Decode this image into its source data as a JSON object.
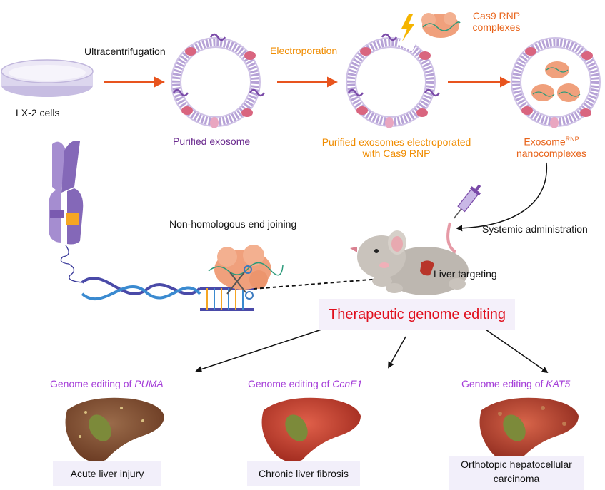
{
  "labels": {
    "lx2": "LX-2 cells",
    "ultracentrifugation": "Ultracentrifugation",
    "purified_exosome": "Purified exosome",
    "electroporation": "Electroporation",
    "cas9_rnp_line1": "Cas9 RNP",
    "cas9_rnp_line2": "complexes",
    "electroporated_line1": "Purified exosomes electroporated",
    "electroporated_line2": "with Cas9 RNP",
    "exosome_word": "Exosome",
    "exosome_sup": "RNP",
    "nanocomplexes": "nanocomplexes",
    "systemic": "Systemic administration",
    "nhej": "Non-homologous end joining",
    "liver_targeting": "Liver targeting",
    "therapeutic": "Therapeutic genome editing",
    "genome_editing_of": "Genome editing of",
    "gene_puma": "PUMA",
    "gene_ccne1": "CcnE1",
    "gene_kat5": "KAT5",
    "outcome_acute": "Acute liver injury",
    "outcome_fibrosis": "Chronic liver fibrosis",
    "outcome_hcc_line1": "Orthotopic hepatocellular",
    "outcome_hcc_line2": "carcinoma"
  },
  "colors": {
    "arrow_orange": "#e8541e",
    "membrane": "#b6a2d6",
    "protein_pink": "#d9657f",
    "protein_purple": "#7a4aa8",
    "rnp": "#f0a07c",
    "chromosome": "#8468b8",
    "chromosome_band": "#f5a623",
    "dna": "#3a3a9a",
    "liver_red": "#b8352a",
    "mouse_grey": "#bdb7b0",
    "title_red": "#e0101e",
    "gene_purple": "#a43cd8"
  }
}
